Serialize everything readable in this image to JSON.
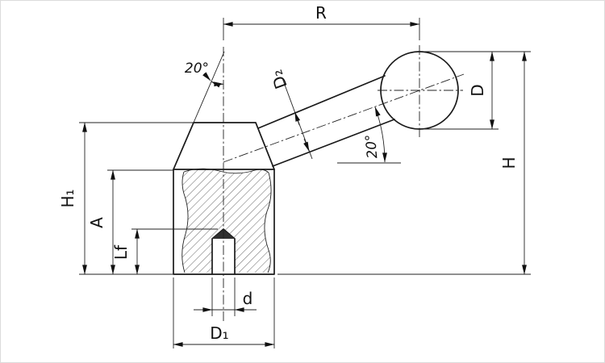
{
  "drawing": {
    "labels": {
      "radius": "R",
      "handle_diameter": "D₂",
      "ball_diameter": "D",
      "total_height": "H",
      "body_height": "H₁",
      "dim_a": "A",
      "thread_depth": "Lf",
      "hole_diameter": "d",
      "body_diameter": "D₁",
      "angle_top": "20°",
      "angle_lever": "20°"
    },
    "colors": {
      "line": "#1a1a1a",
      "background": "#ffffff"
    }
  }
}
